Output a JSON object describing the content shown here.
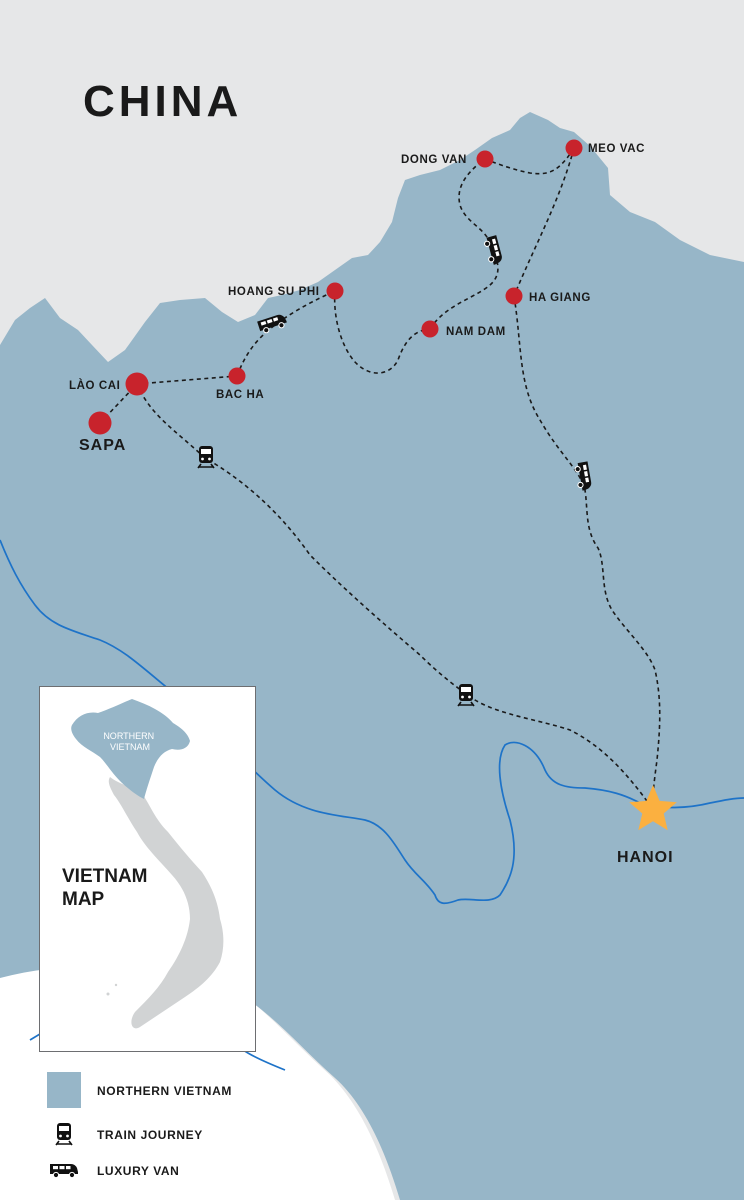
{
  "country_label": "CHINA",
  "colors": {
    "land_china": "#e6e7e8",
    "land_vietnam": "#97b6c8",
    "sea": "#ffffff",
    "river": "#1e73c8",
    "city_marker": "#c8232c",
    "destination_star": "#fbb040",
    "route_line": "#1a1a1a"
  },
  "cities": [
    {
      "id": "dong-van",
      "label": "DONG VAN"
    },
    {
      "id": "meo-vac",
      "label": "MEO VAC"
    },
    {
      "id": "hoang-su-phi",
      "label": "HOANG SU PHI"
    },
    {
      "id": "ha-giang",
      "label": "HA GIANG"
    },
    {
      "id": "nam-dam",
      "label": "NAM DAM"
    },
    {
      "id": "lao-cai",
      "label": "LÀO CAI"
    },
    {
      "id": "bac-ha",
      "label": "BAC HA"
    },
    {
      "id": "sapa",
      "label": "SAPA"
    },
    {
      "id": "hanoi",
      "label": "HANOI"
    }
  ],
  "routes": [
    {
      "from": "SAPA",
      "to": "LÀO CAI",
      "mode": "luxury van"
    },
    {
      "from": "LÀO CAI",
      "to": "BAC HA",
      "mode": "luxury van"
    },
    {
      "from": "BAC HA",
      "to": "HOANG SU PHI",
      "mode": "luxury van"
    },
    {
      "from": "HOANG SU PHI",
      "to": "NAM DAM",
      "mode": "luxury van"
    },
    {
      "from": "NAM DAM",
      "to": "DONG VAN",
      "mode": "luxury van"
    },
    {
      "from": "DONG VAN",
      "to": "MEO VAC",
      "mode": "luxury van"
    },
    {
      "from": "MEO VAC",
      "to": "HA GIANG",
      "mode": "luxury van"
    },
    {
      "from": "HA GIANG",
      "to": "HANOI",
      "mode": "luxury van"
    },
    {
      "from": "LÀO CAI",
      "to": "HANOI",
      "mode": "train"
    }
  ],
  "inset": {
    "region_label": "NORTHERN VIETNAM",
    "title": "VIETNAM MAP"
  },
  "legend": [
    {
      "icon": "region-swatch",
      "label": "NORTHERN VIETNAM"
    },
    {
      "icon": "train-icon",
      "label": "TRAIN JOURNEY"
    },
    {
      "icon": "van-icon",
      "label": "LUXURY VAN"
    }
  ]
}
